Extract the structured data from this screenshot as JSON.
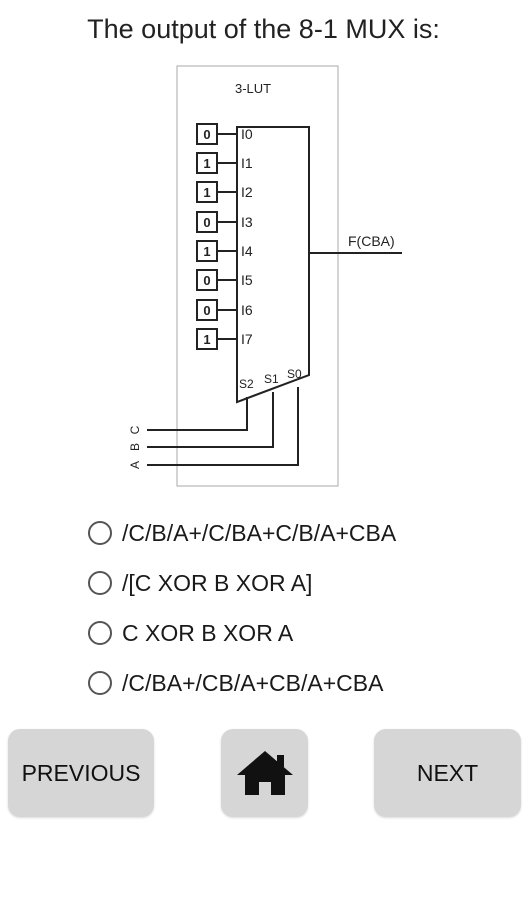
{
  "question": {
    "text": "The output of the 8-1 MUX is:"
  },
  "diagram": {
    "block_label": "3-LUT",
    "inputs": [
      {
        "name": "I0",
        "value": "0"
      },
      {
        "name": "I1",
        "value": "1"
      },
      {
        "name": "I2",
        "value": "1"
      },
      {
        "name": "I3",
        "value": "0"
      },
      {
        "name": "I4",
        "value": "1"
      },
      {
        "name": "I5",
        "value": "0"
      },
      {
        "name": "I6",
        "value": "0"
      },
      {
        "name": "I7",
        "value": "1"
      }
    ],
    "output_label": "F(CBA)",
    "selects": [
      "S2",
      "S1",
      "S0"
    ],
    "signals": [
      "C",
      "B",
      "A"
    ]
  },
  "options": [
    {
      "label": "/C/B/A+/C/BA+C/B/A+CBA",
      "selected": false
    },
    {
      "label": "/[C XOR B XOR A]",
      "selected": false
    },
    {
      "label": "C XOR B XOR A",
      "selected": false
    },
    {
      "label": "/C/BA+/CB/A+CB/A+CBA",
      "selected": false
    }
  ],
  "nav": {
    "previous_label": "PREVIOUS",
    "home_icon": "home-icon",
    "next_label": "NEXT"
  }
}
